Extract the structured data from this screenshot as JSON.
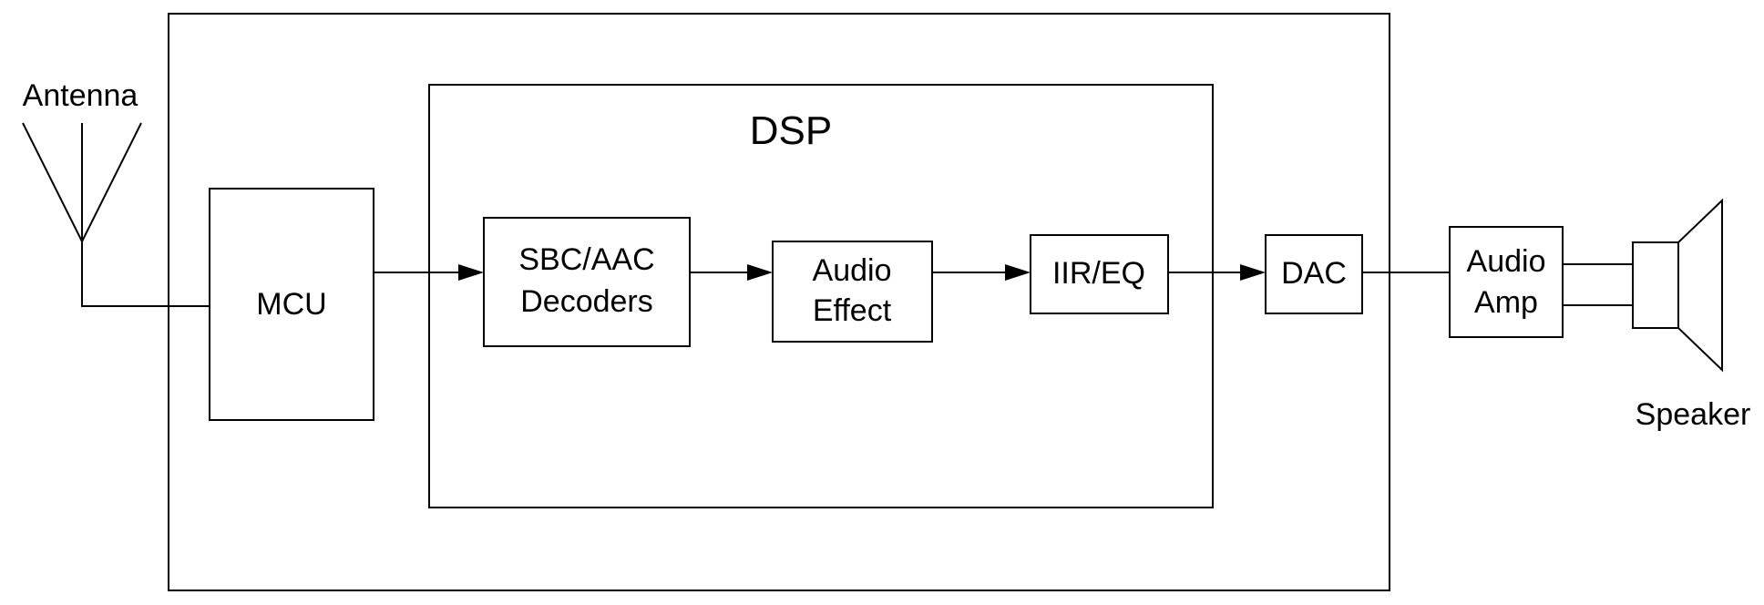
{
  "diagram": {
    "antenna_label": "Antenna",
    "speaker_label": "Speaker",
    "dsp_label": "DSP",
    "blocks": {
      "mcu": "MCU",
      "decoders": [
        "SBC/AAC",
        "Decoders"
      ],
      "effect": [
        "Audio",
        "Effect"
      ],
      "eq": "IIR/EQ",
      "dac": "DAC",
      "amp": [
        "Audio",
        "Amp"
      ]
    }
  }
}
